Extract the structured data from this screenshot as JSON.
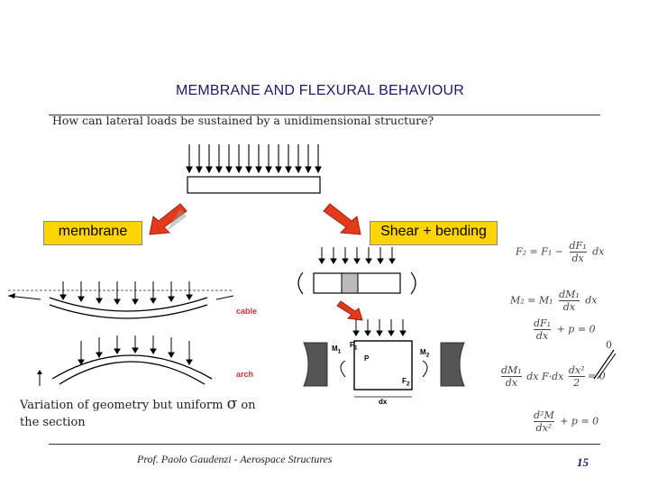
{
  "slide": {
    "title": "MEMBRANE AND FLEXURAL BEHAVIOUR",
    "question": "How can lateral loads be sustained by a unidimensional structure?",
    "membrane_label": "membrane",
    "shear_label": "Shear + bending",
    "cable_label": "cable",
    "arch_label": "arch",
    "variation_text_1": "Variation of geometry but uniform",
    "variation_sigma": "σ",
    "variation_text_2": "on",
    "variation_text_3": "the section",
    "footer": "Prof. Paolo Gaudenzi  -  Aerospace Structures",
    "page_number": "15"
  },
  "element_labels": {
    "m1": "M",
    "m1_sub": "1",
    "f1": "F",
    "f1_sub": "1",
    "m2": "M",
    "m2_sub": "2",
    "f2": "F",
    "f2_sub": "2",
    "p": "P",
    "dx": "dx"
  },
  "equations": {
    "eq1_lhs": "F₂ = F₁ −",
    "eq1_num": "dF₁",
    "eq1_den": "dx",
    "eq1_tail": "dx",
    "eq2_lhs": "M₂ = M₁",
    "eq2_num": "dM₁",
    "eq2_den": "dx",
    "eq2_tail": "dx",
    "eq3_num": "dF₁",
    "eq3_den": "dx",
    "eq3_tail": "+ p = 0",
    "eq4_left_num": "dM₁",
    "eq4_left_den": "dx",
    "eq4_mid": "dx  F·dx",
    "eq4_right_num": "dx²",
    "eq4_right_den": "2",
    "eq4_tail": "= 0",
    "eq4_top": "0",
    "eq5_num": "d²M",
    "eq5_den": "dx²",
    "eq5_tail": "+ p = 0"
  },
  "colors": {
    "title": "#1a1a66",
    "label_fill": "#ffd400",
    "arrow_red": "#e23a1a",
    "tag_red": "#cc3333"
  }
}
